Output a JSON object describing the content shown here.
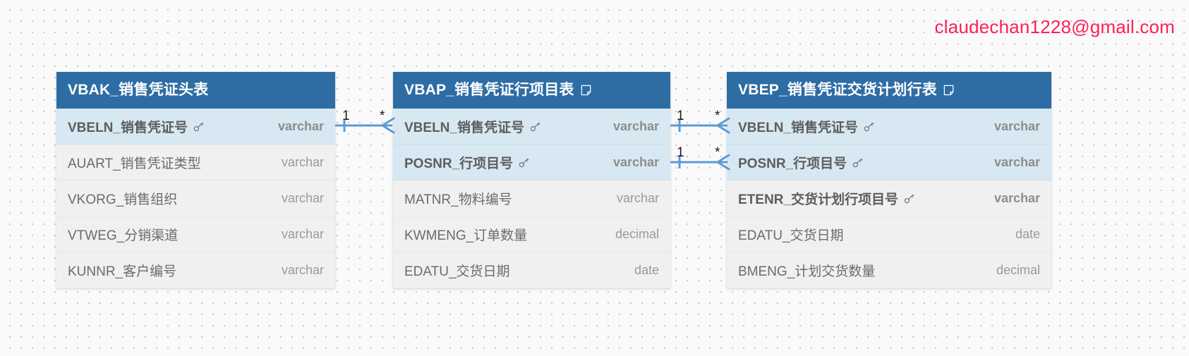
{
  "watermark": {
    "email": "claudechan1228@gmail.com",
    "color": "#ff1f57"
  },
  "diagram": {
    "type": "er-diagram",
    "header_color": "#2e6da4",
    "key_row_color": "#d7e8f2",
    "row_color": "#f0f0f0",
    "connector_color": "#5b9bd5",
    "entities": [
      {
        "id": "vbak",
        "title": "VBAK_销售凭证头表",
        "has_note_icon": false,
        "columns": [
          {
            "name": "VBELN_销售凭证号",
            "type": "varchar",
            "is_key": true,
            "bold": true,
            "highlight": true
          },
          {
            "name": "AUART_销售凭证类型",
            "type": "varchar",
            "is_key": false,
            "bold": false,
            "highlight": false
          },
          {
            "name": "VKORG_销售组织",
            "type": "varchar",
            "is_key": false,
            "bold": false,
            "highlight": false
          },
          {
            "name": "VTWEG_分销渠道",
            "type": "varchar",
            "is_key": false,
            "bold": false,
            "highlight": false
          },
          {
            "name": "KUNNR_客户编号",
            "type": "varchar",
            "is_key": false,
            "bold": false,
            "highlight": false
          }
        ]
      },
      {
        "id": "vbap",
        "title": "VBAP_销售凭证行项目表",
        "has_note_icon": true,
        "columns": [
          {
            "name": "VBELN_销售凭证号",
            "type": "varchar",
            "is_key": true,
            "bold": true,
            "highlight": true
          },
          {
            "name": "POSNR_行项目号",
            "type": "varchar",
            "is_key": true,
            "bold": true,
            "highlight": true
          },
          {
            "name": "MATNR_物料编号",
            "type": "varchar",
            "is_key": false,
            "bold": false,
            "highlight": false
          },
          {
            "name": "KWMENG_订单数量",
            "type": "decimal",
            "is_key": false,
            "bold": false,
            "highlight": false
          },
          {
            "name": "EDATU_交货日期",
            "type": "date",
            "is_key": false,
            "bold": false,
            "highlight": false
          }
        ]
      },
      {
        "id": "vbep",
        "title": "VBEP_销售凭证交货计划行表",
        "has_note_icon": true,
        "columns": [
          {
            "name": "VBELN_销售凭证号",
            "type": "varchar",
            "is_key": true,
            "bold": true,
            "highlight": true
          },
          {
            "name": "POSNR_行项目号",
            "type": "varchar",
            "is_key": true,
            "bold": true,
            "highlight": true
          },
          {
            "name": "ETENR_交货计划行项目号",
            "type": "varchar",
            "is_key": true,
            "bold": true,
            "highlight": false
          },
          {
            "name": "EDATU_交货日期",
            "type": "date",
            "is_key": false,
            "bold": false,
            "highlight": false
          },
          {
            "name": "BMENG_计划交货数量",
            "type": "decimal",
            "is_key": false,
            "bold": false,
            "highlight": false
          }
        ]
      }
    ],
    "relationships": [
      {
        "from": "vbak.VBELN",
        "to": "vbap.VBELN",
        "from_cardinality": "1",
        "to_cardinality": "*"
      },
      {
        "from": "vbap.VBELN",
        "to": "vbep.VBELN",
        "from_cardinality": "1",
        "to_cardinality": "*"
      },
      {
        "from": "vbap.POSNR",
        "to": "vbep.POSNR",
        "from_cardinality": "1",
        "to_cardinality": "*"
      }
    ]
  }
}
